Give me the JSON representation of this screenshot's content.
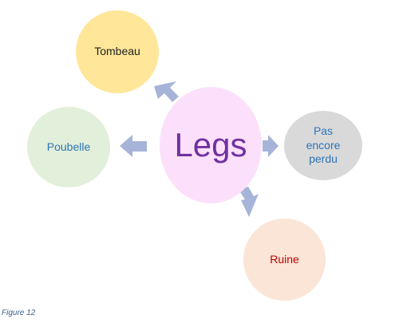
{
  "diagram": {
    "center": {
      "label": "Legs"
    },
    "nodes": {
      "top": {
        "label": "Tombeau"
      },
      "left": {
        "label": "Poubelle"
      },
      "right": {
        "label": "Pas\nencore\nperdu"
      },
      "bottom": {
        "label": "Ruine"
      }
    },
    "colors": {
      "center_fill": "#fce0fb",
      "center_text": "#7030a0",
      "top_fill": "#ffe699",
      "top_text": "#1f1f1f",
      "left_fill": "#e2efda",
      "left_text": "#2e75b6",
      "right_fill": "#d9d9d9",
      "right_text": "#2e75b6",
      "bottom_fill": "#fbe5d6",
      "bottom_text": "#c00000",
      "arrow_fill": "#a7b4d9"
    },
    "caption": "Figure 12",
    "caption_color": "#3b5e8f"
  }
}
